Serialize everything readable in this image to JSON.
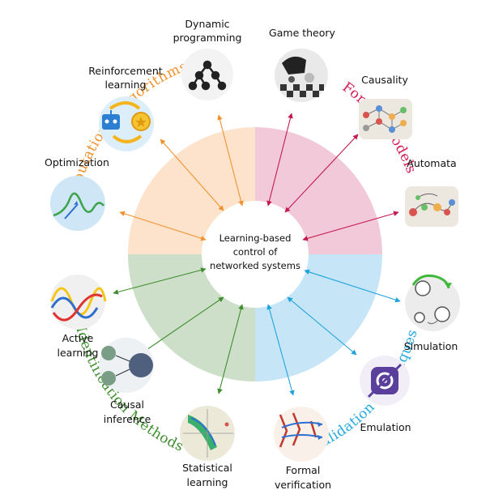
{
  "center": {
    "lines": [
      "Learning-based",
      "control of",
      "networked systems"
    ]
  },
  "categories": {
    "computational": {
      "text": "Computational Algorithms",
      "color": "#f0922e"
    },
    "formal": {
      "text": "Formal Models",
      "color": "#d31f55"
    },
    "identification": {
      "text": "Identification Methods",
      "color": "#3e8e2e"
    },
    "validation": {
      "text": "Validation Techniques",
      "color": "#26a9e0"
    }
  },
  "quadrant_fills": {
    "computational": "#fde3cc",
    "formal": "#f2c9d8",
    "identification": "#cddfc8",
    "validation": "#c6e6f8"
  },
  "nodes": {
    "dynamic_programming": {
      "lines": [
        "Dynamic",
        "programming"
      ],
      "icon": "decision-tree-icon"
    },
    "reinforcement_learning": {
      "lines": [
        "Reinforcement",
        "learning"
      ],
      "icon": "robot-coin-cycle-icon"
    },
    "optimization": {
      "lines": [
        "Optimization"
      ],
      "icon": "curve-plot-icon"
    },
    "game_theory": {
      "lines": [
        "Game theory"
      ],
      "icon": "chess-icon"
    },
    "causality": {
      "lines": [
        "Causality"
      ],
      "icon": "causal-graph-icon"
    },
    "automata": {
      "lines": [
        "Automata"
      ],
      "icon": "state-machine-icon"
    },
    "active_learning": {
      "lines": [
        "Active",
        "learning"
      ],
      "icon": "wave-lines-icon"
    },
    "causal_inference": {
      "lines": [
        "Causal",
        "inference"
      ],
      "icon": "causal-nodes-icon"
    },
    "statistical_learning": {
      "lines": [
        "Statistical",
        "learning"
      ],
      "icon": "regression-band-icon"
    },
    "formal_verification": {
      "lines": [
        "Formal",
        "verification"
      ],
      "icon": "flow-arrows-icon"
    },
    "emulation": {
      "lines": [
        "Emulation"
      ],
      "icon": "gear-chip-icon"
    },
    "simulation": {
      "lines": [
        "Simulation"
      ],
      "icon": "cycle-icon"
    }
  }
}
